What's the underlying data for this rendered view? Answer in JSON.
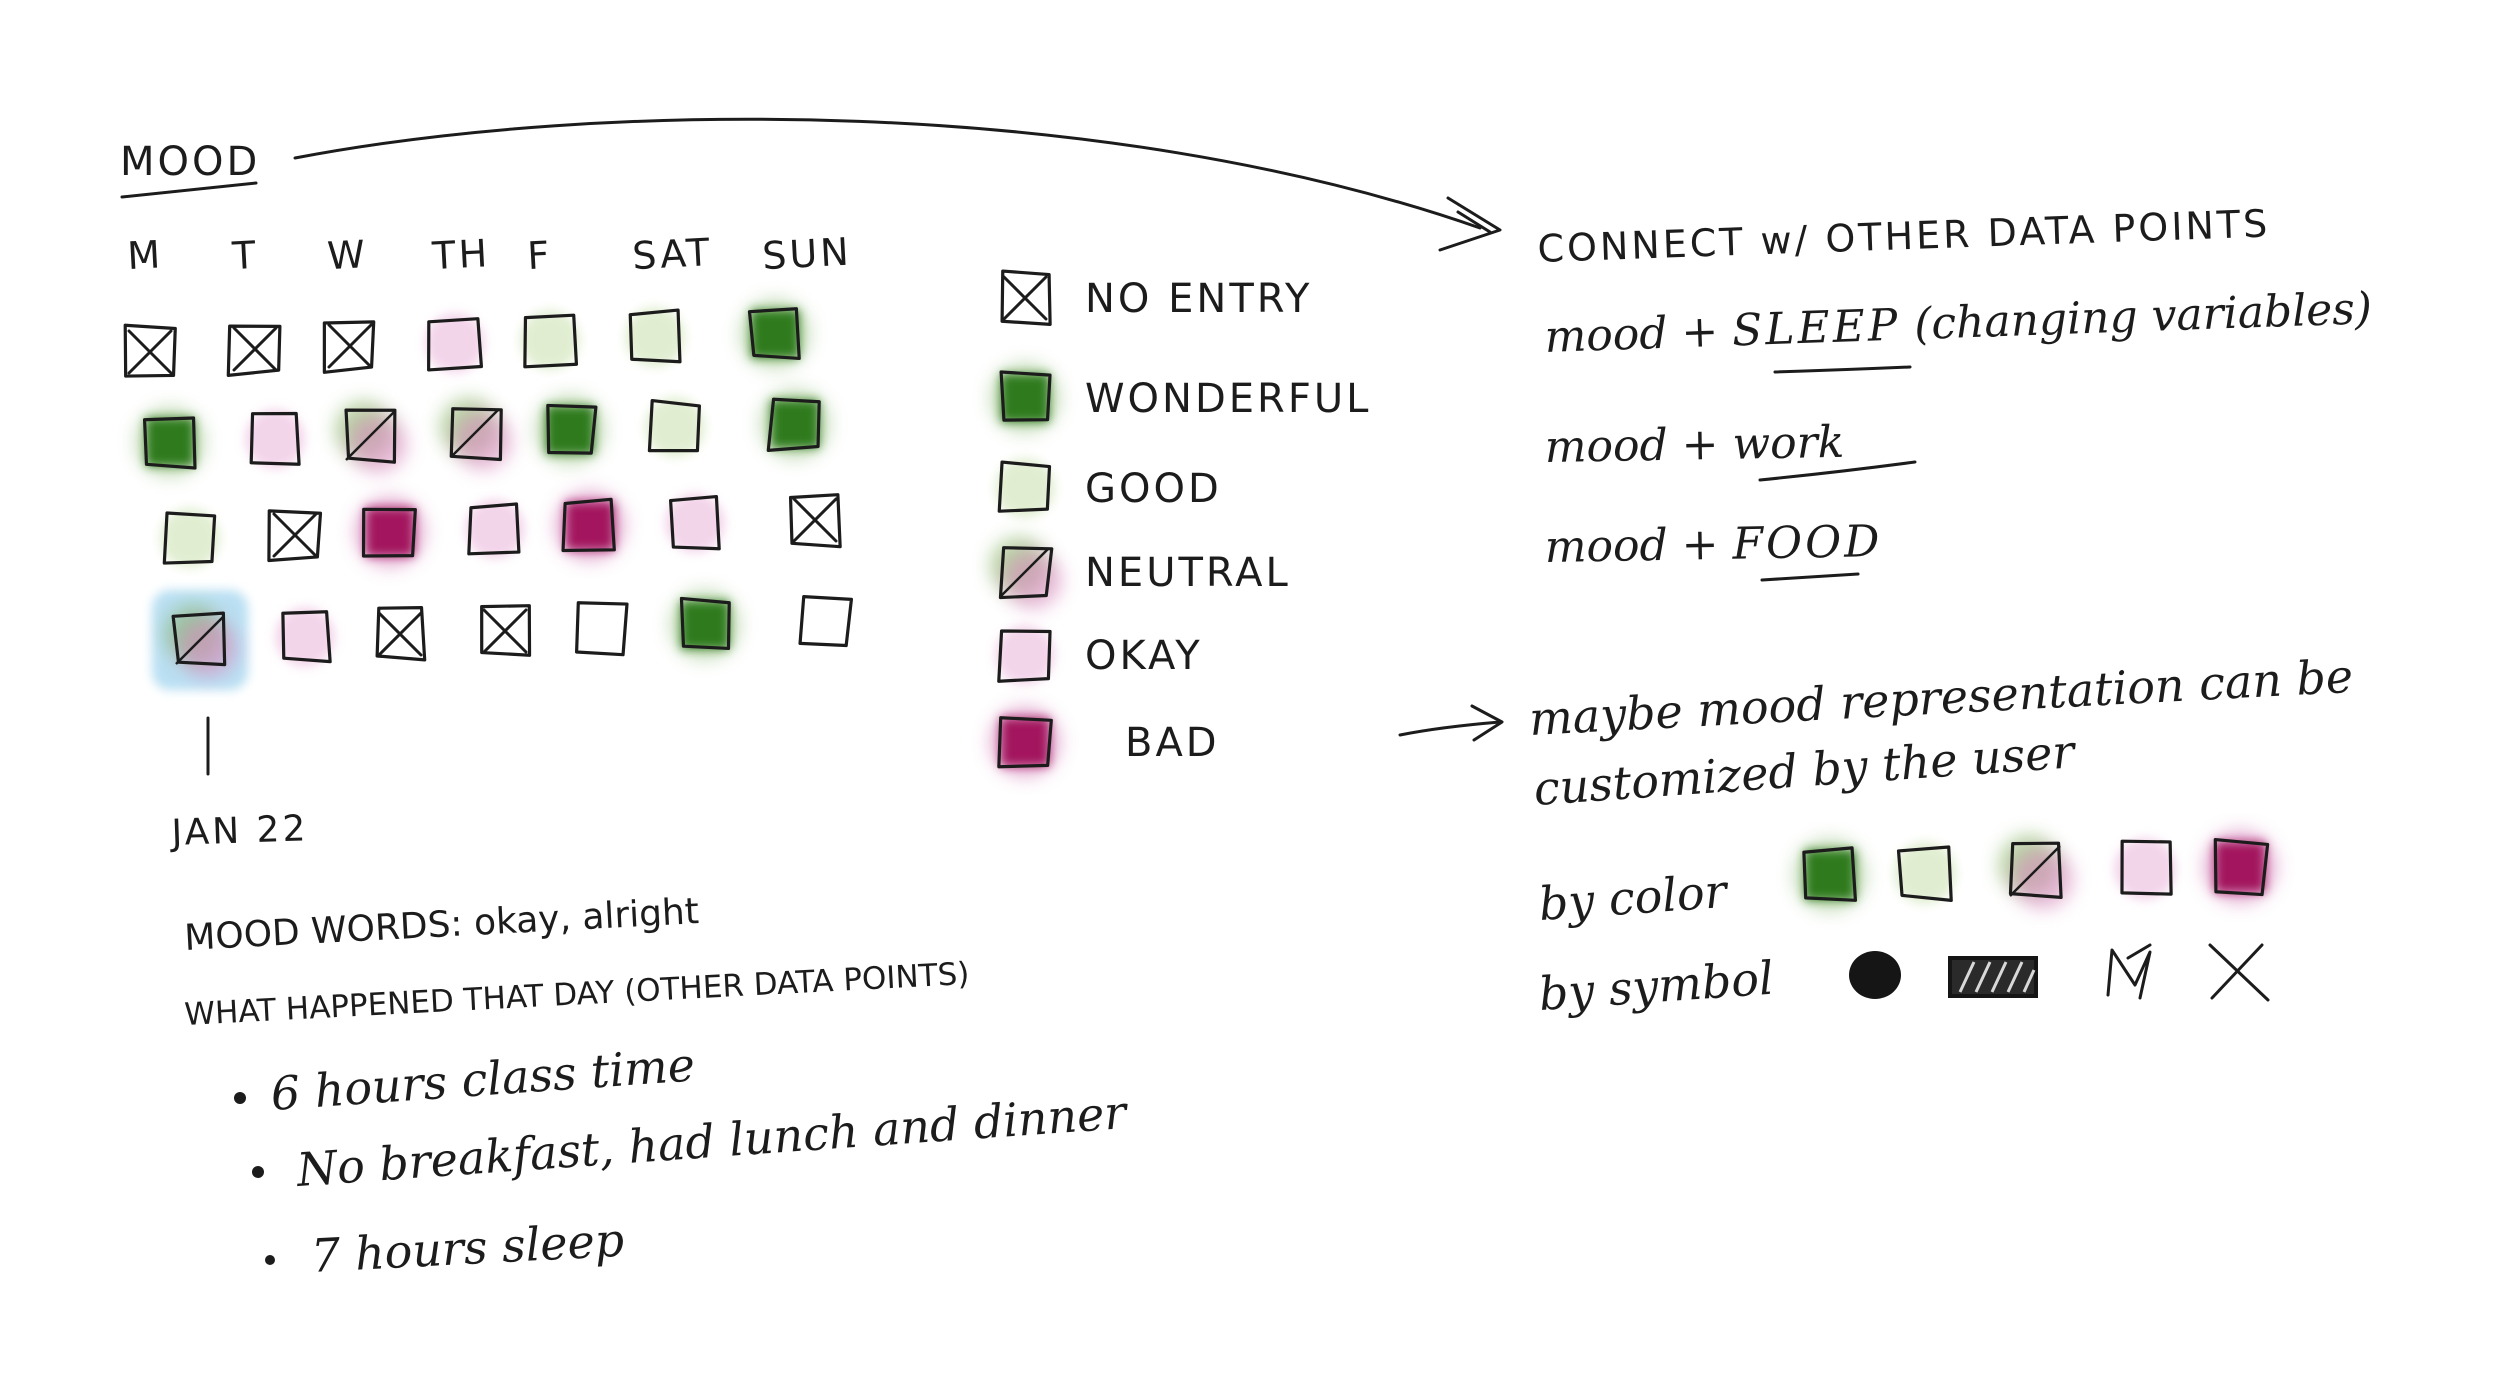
{
  "colors": {
    "ink": "#1c1c1c",
    "wonderful": "#2f7a1f",
    "good": "#dcebc9",
    "neutral_green": "#7fae5a",
    "neutral_pink": "#d98bbf",
    "okay": "#f3d3e9",
    "bad": "#a3145f",
    "highlight": "#a9d8f0"
  },
  "mood": {
    "title": "MOOD",
    "days": [
      "M",
      "T",
      "W",
      "TH",
      "F",
      "SAT",
      "SUN"
    ],
    "grid": [
      [
        "no-entry",
        "no-entry",
        "no-entry",
        "okay",
        "good",
        "good",
        "wonderful"
      ],
      [
        "wonderful",
        "okay",
        "neutral",
        "neutral",
        "wonderful",
        "good",
        "wonderful"
      ],
      [
        "good",
        "no-entry",
        "bad",
        "okay",
        "bad",
        "okay",
        "no-entry"
      ],
      [
        "neutral",
        "okay",
        "no-entry",
        "no-entry",
        "empty",
        "wonderful",
        "empty"
      ]
    ],
    "highlight": {
      "row": 3,
      "col": 0
    },
    "date_label": "JAN 22"
  },
  "legend": {
    "items": [
      {
        "kind": "no-entry",
        "label": "NO ENTRY"
      },
      {
        "kind": "wonderful",
        "label": "WONDERFUL"
      },
      {
        "kind": "good",
        "label": "GOOD"
      },
      {
        "kind": "neutral",
        "label": "NEUTRAL"
      },
      {
        "kind": "okay",
        "label": "OKAY"
      },
      {
        "kind": "bad",
        "label": "BAD"
      }
    ]
  },
  "notes": {
    "mood_words": "MOOD WORDS: okay, alright",
    "what_happened": "WHAT HAPPENED THAT DAY (OTHER DATA POINTS)",
    "bullets": [
      "6 hours class time",
      "No breakfast, had lunch and dinner",
      "7 hours sleep"
    ]
  },
  "connect": {
    "heading": "CONNECT w/ OTHER DATA POINTS",
    "lines": [
      {
        "prefix": "mood + ",
        "term": "SLEEP",
        "suffix": " (changing variables)"
      },
      {
        "prefix": "mood + ",
        "term": "work",
        "suffix": ""
      },
      {
        "prefix": "mood + ",
        "term": "FOOD",
        "suffix": ""
      }
    ]
  },
  "custom": {
    "line1": "maybe mood representation can be",
    "line2": "customized by the user",
    "by_color": "by color",
    "by_symbol": "by symbol",
    "color_swatches": [
      "wonderful",
      "good",
      "neutral",
      "okay",
      "bad"
    ],
    "symbols": [
      "filled-circle-icon",
      "hatched-rectangle-icon",
      "zigzag-icon",
      "x-mark-icon"
    ]
  }
}
